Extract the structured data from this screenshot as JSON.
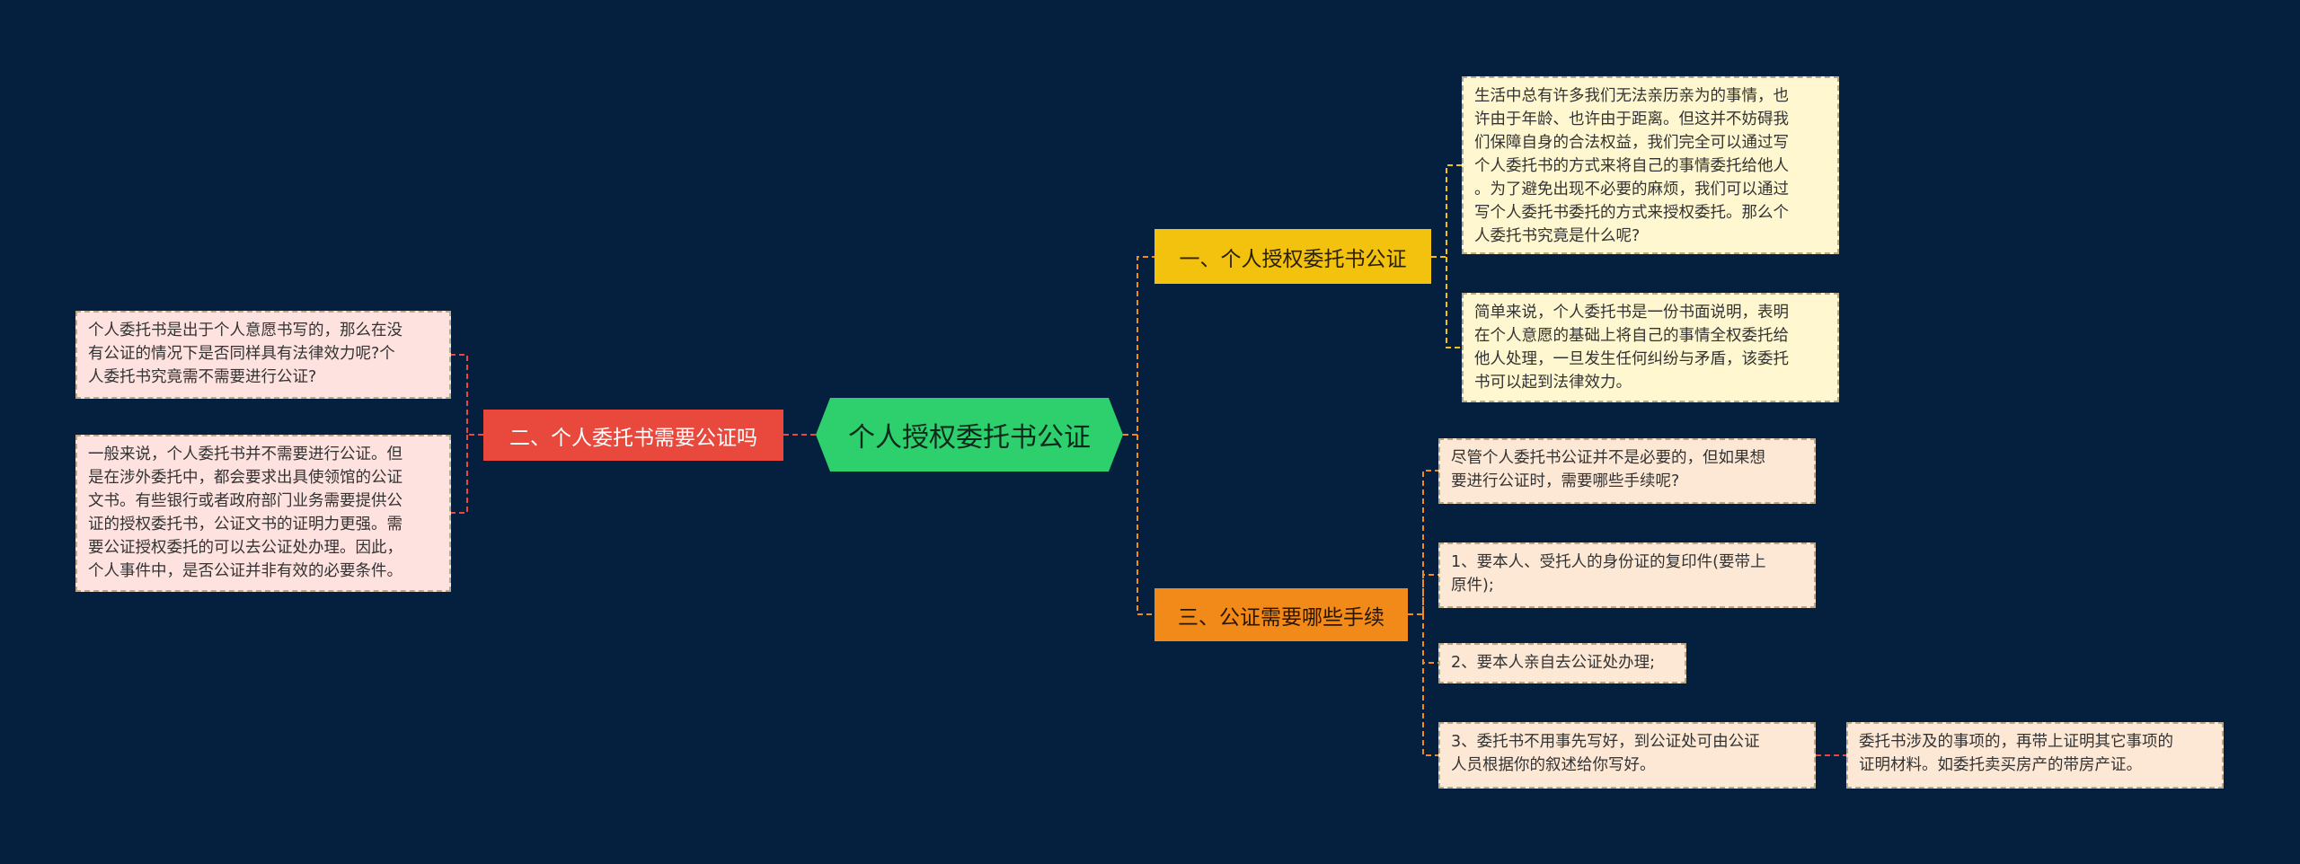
{
  "colors": {
    "background": "#04203e",
    "root": "#2ed06d",
    "branch1": "#f3c20f",
    "branch2": "#e8493c",
    "branch3": "#f28a1a",
    "note_yellow": "#fff7cf",
    "note_pink": "#fde2df",
    "note_peach": "#fde8d6"
  },
  "root": {
    "label": "个人授权委托书公证"
  },
  "branches": [
    {
      "label": "一、个人授权委托书公证",
      "notes": [
        "生活中总有许多我们无法亲历亲为的事情，也\n许由于年龄、也许由于距离。但这并不妨碍我\n们保障自身的合法权益，我们完全可以通过写\n个人委托书的方式来将自己的事情委托给他人\n。为了避免出现不必要的麻烦，我们可以通过\n写个人委托书委托的方式来授权委托。那么个\n人委托书究竟是什么呢?",
        "简单来说，个人委托书是一份书面说明，表明\n在个人意愿的基础上将自己的事情全权委托给\n他人处理，一旦发生任何纠纷与矛盾，该委托\n书可以起到法律效力。"
      ]
    },
    {
      "label": "二、个人委托书需要公证吗",
      "notes": [
        "个人委托书是出于个人意愿书写的，那么在没\n有公证的情况下是否同样具有法律效力呢?个\n人委托书究竟需不需要进行公证?",
        "一般来说，个人委托书并不需要进行公证。但\n是在涉外委托中，都会要求出具使领馆的公证\n文书。有些银行或者政府部门业务需要提供公\n证的授权委托书，公证文书的证明力更强。需\n要公证授权委托的可以去公证处办理。因此，\n个人事件中，是否公证并非有效的必要条件。"
      ]
    },
    {
      "label": "三、公证需要哪些手续",
      "notes": [
        "尽管个人委托书公证并不是必要的，但如果想\n要进行公证时，需要哪些手续呢?",
        "1、要本人、受托人的身份证的复印件(要带上\n原件);",
        "2、要本人亲自去公证处办理;",
        "3、委托书不用事先写好，到公证处可由公证\n人员根据你的叙述给你写好。"
      ],
      "subnote": "委托书涉及的事项的，再带上证明其它事项的\n证明材料。如委托卖买房产的带房产证。"
    }
  ]
}
